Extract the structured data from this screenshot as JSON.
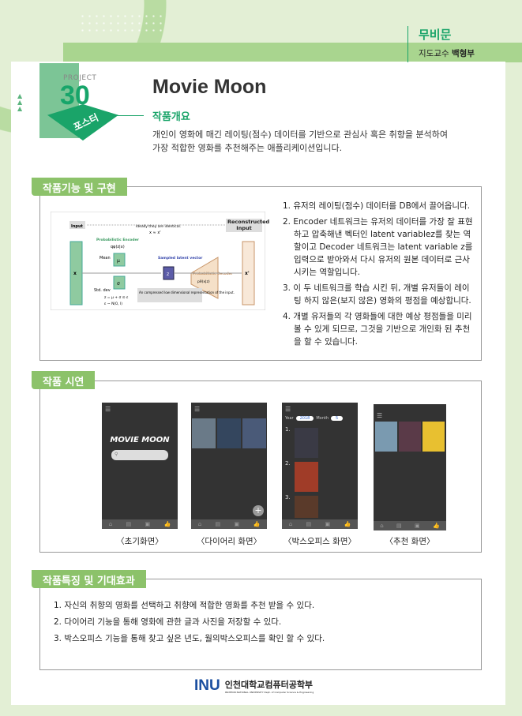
{
  "header": {
    "project_label": "PROJECT",
    "project_number": "30",
    "category": "포스터",
    "title": "Movie Moon",
    "team": "무비문",
    "advisor_label": "지도교수",
    "advisor": "백형부"
  },
  "overview": {
    "heading": "작품개요",
    "text_line1": "개인이 영화에 매긴 레이팅(점수) 데이터를 기반으로 관심사 혹은 취향을 분석하여",
    "text_line2": "가장 적합한 영화를 추천해주는 애플리케이션입니다."
  },
  "implementation": {
    "heading": "작품기능 및 구현",
    "diagram": {
      "input": "Input",
      "ideal": "Ideally they are identical.",
      "approx": "x ≈ x'",
      "reconstructed": "Reconstructed Input",
      "encoder": "Probabilistic Encoder",
      "encoder_fn": "qφ(z|x)",
      "mean": "Mean",
      "std": "Std. dev",
      "mu": "μ",
      "sigma": "σ",
      "x": "x",
      "sampled": "Sampled latent vector",
      "z": "z",
      "decoder": "Probabilistic Decoder",
      "decoder_fn": "pθ(x|z)",
      "xprime": "x'",
      "eq1": "z = μ + σ ⊙ ε",
      "eq2": "ε ~ N(0, I)",
      "note": "An compressed low dimensional representation of the input."
    },
    "items": [
      "1. 유저의 레이팅(점수) 데이터를 DB에서 끌어옵니다.",
      "2. Encoder 네트워크는 유저의 데이터를 가장 잘 표현하고 압축해낸 벡터인 latent variablez를 찾는 역할이고 Decoder 네트워크는 latent variable z를 입력으로 받아와서 다시 유저의 원본 데이터로 근사시키는 역할입니다.",
      "3. 이 두 네트워크를 학습 시킨 뒤, 개별 유저들이 레이팅 하지 않은(보지 않은) 영화의 평점을 예상합니다.",
      "4. 개별 유저들의 각 영화들에 대한 예상 평점들을 미리 볼 수 있게 되므로, 그것을 기반으로 개인화 된 추천을 할 수 있습니다."
    ]
  },
  "demo": {
    "heading": "작품 시연",
    "app_title": "MOVIE MOON",
    "year_label": "Year",
    "year_value": "2018",
    "month_label": "Month",
    "month_value": "5",
    "ranks": [
      "1.",
      "2.",
      "3."
    ],
    "captions": [
      "〈초기화면〉",
      "〈다이어리 화면〉",
      "〈박스오피스 화면〉",
      "〈추천 화면〉"
    ]
  },
  "features": {
    "heading": "작품특징 및 기대효과",
    "items": [
      "1. 자신의 취향의 영화를 선택하고 취향에 적합한 영화를 추천 받을  수 있다.",
      "2. 다이어리 기능을 통해 영화에 관한 글과 사진을 저장할 수 있다.",
      "3. 박스오피스 기능을 통해 찾고 싶은 년도, 월의박스오피스를 확인 할 수 있다."
    ]
  },
  "footer": {
    "logo": "INU",
    "school": "인천대학교컴퓨터공학부",
    "school_en": "INCHEON NATIONAL UNIVERSITY Dept. of Computer Science & Engineering"
  },
  "colors": {
    "accent": "#1aa469",
    "tab": "#8cc26a",
    "background": "#e3efd5"
  }
}
